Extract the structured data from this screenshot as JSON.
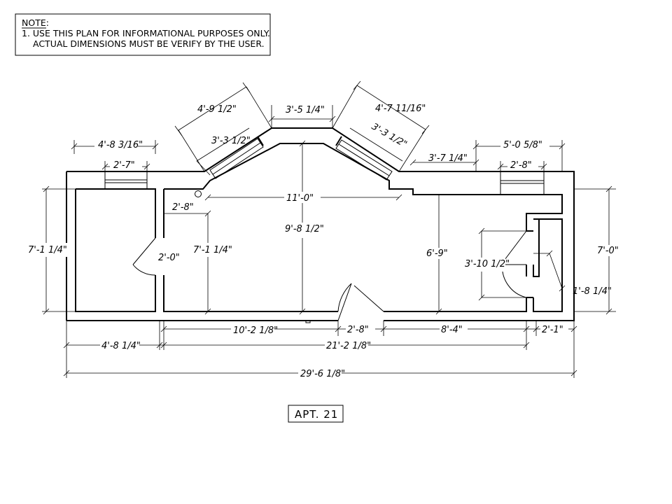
{
  "note": {
    "heading": "NOTE:",
    "line1": "1. USE THIS PLAN FOR INFORMATIONAL PURPOSES ONLY.",
    "line2": "ACTUAL DIMENSIONS MUST BE VERIFY BY THE USER."
  },
  "plan_title": "APT. 21",
  "dimensions": {
    "top_left_overall": "4'-8 3/16\"",
    "top_left_window": "2'-7\"",
    "angled_left_outer": "4'-9 1/2\"",
    "angled_left_window": "3'-3 1/2\"",
    "bay_center": "3'-5 1/4\"",
    "angled_right_outer": "4'-7 11/16\"",
    "angled_right_window": "3'-3 1/2\"",
    "right_step": "3'-7 1/4\"",
    "top_right_overall": "5'-0 5/8\"",
    "top_right_window": "2'-8\"",
    "left_height": "7'-1 1/4\"",
    "closet_door": "2'-0\"",
    "room_depth_left": "7'-1 1/4\"",
    "door_left": "2'-8\"",
    "main_width": "11'-0\"",
    "main_depth": "9'-8 1/2\"",
    "right_depth": "6'-9\"",
    "bath_door": "3'-10 1/2\"",
    "right_height": "7'-0\"",
    "right_small": "1'-8 1/4\"",
    "bottom_seg1": "10'-2 1/8\"",
    "bottom_door": "2'-8\"",
    "bottom_seg3": "8'-4\"",
    "bottom_seg4": "2'-1\"",
    "bottom_left": "4'-8 1/4\"",
    "bottom_mid": "21'-2 1/8\"",
    "overall": "29'-6 1/8\""
  }
}
